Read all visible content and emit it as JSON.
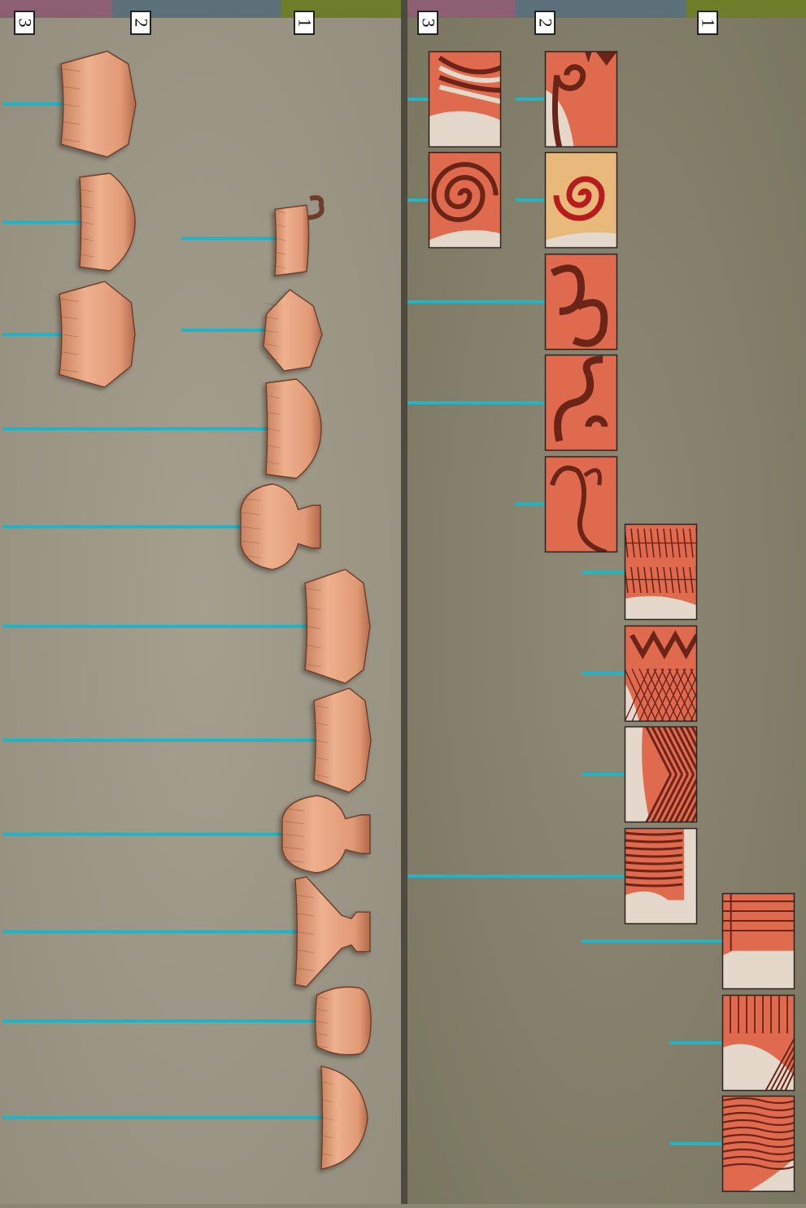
{
  "colors": {
    "background_left": "#9c9788",
    "background_right": "#7e7b68",
    "divider": "#4d4a3f",
    "connector": "#1fb5c6",
    "band_period_3": "#8d5f73",
    "band_period_2": "#5c7079",
    "band_period_1": "#6d7d2a",
    "vessel_fill": "#e4a07e",
    "vessel_stroke": "#6e3d29",
    "sherd_orange": "#e06a4e",
    "sherd_dark": "#6a2418",
    "sherd_cream": "#e3d8c9",
    "sherd_yellow": "#e8b97a",
    "sherd_red": "#b81b1b"
  },
  "panels": {
    "vessel_forms": {
      "period_labels": [
        {
          "id": "p3",
          "label": "3"
        },
        {
          "id": "p2",
          "label": "2"
        },
        {
          "id": "p1",
          "label": "1"
        }
      ],
      "vessels": [
        {
          "period": "3",
          "shape": "carinated-bowl"
        },
        {
          "period": "3",
          "shape": "deep-bowl"
        },
        {
          "period": "3",
          "shape": "carinated-jar"
        },
        {
          "period": "1",
          "shape": "jug-with-handle"
        },
        {
          "period": "1",
          "shape": "biconical-jar"
        },
        {
          "period": "1",
          "shape": "deep-bowl"
        },
        {
          "period": "1",
          "shape": "necked-jar"
        },
        {
          "period": "1",
          "shape": "carinated-bowl"
        },
        {
          "period": "1",
          "shape": "carinated-bowl"
        },
        {
          "period": "1",
          "shape": "necked-jar"
        },
        {
          "period": "1",
          "shape": "pedestal-bowl"
        },
        {
          "period": "1",
          "shape": "globular-jar"
        },
        {
          "period": "1",
          "shape": "hemispherical-bowl"
        }
      ]
    },
    "decoration": {
      "period_labels": [
        {
          "id": "p3",
          "label": "3"
        },
        {
          "id": "p2",
          "label": "2"
        },
        {
          "id": "p1",
          "label": "1"
        }
      ],
      "sherds": [
        {
          "period": "3",
          "motif": "banded-arcs"
        },
        {
          "period": "3",
          "motif": "spiral"
        },
        {
          "period": "2",
          "motif": "spiral-with-triangles"
        },
        {
          "period": "2",
          "motif": "spiral"
        },
        {
          "period": "2",
          "motif": "anthropomorphic-spirals"
        },
        {
          "period": "2",
          "motif": "running-spiral"
        },
        {
          "period": "2",
          "motif": "s-curve"
        },
        {
          "period": "2",
          "motif": "crosshatched-bands"
        },
        {
          "period": "2",
          "motif": "zigzag-and-crosshatch"
        },
        {
          "period": "2",
          "motif": "diagonal-hatching"
        },
        {
          "period": "2",
          "motif": "parallel-lines"
        },
        {
          "period": "1",
          "motif": "horizontal-bands"
        },
        {
          "period": "1",
          "motif": "fan-lines"
        },
        {
          "period": "1",
          "motif": "wavy-lines"
        }
      ]
    }
  }
}
